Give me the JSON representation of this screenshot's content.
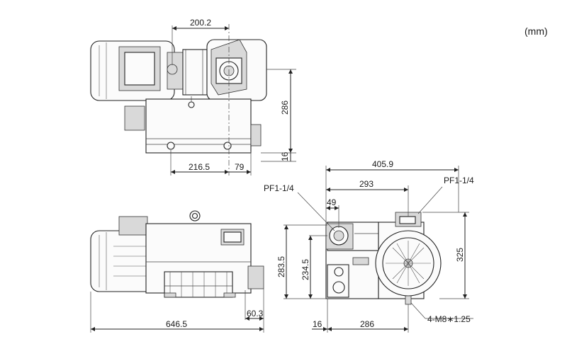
{
  "units": "(mm)",
  "top_view": {
    "dims": {
      "width_upper": "200.2",
      "height": "286",
      "foot": "16",
      "base_left": "216.5",
      "base_right": "79"
    }
  },
  "side_view": {
    "dims": {
      "overall_length": "646.5",
      "end_offset": "60.3"
    }
  },
  "end_view": {
    "dims": {
      "overall_width": "405.9",
      "port_distance": "293",
      "port_offset": "49",
      "height_port": "283.5",
      "height_lower": "234.5",
      "height_motor": "325",
      "base_offset": "16",
      "base_width": "286"
    },
    "port_left": "PF1-1/4",
    "port_right": "PF1-1/4",
    "mounting": "4-M8∗1.25"
  }
}
